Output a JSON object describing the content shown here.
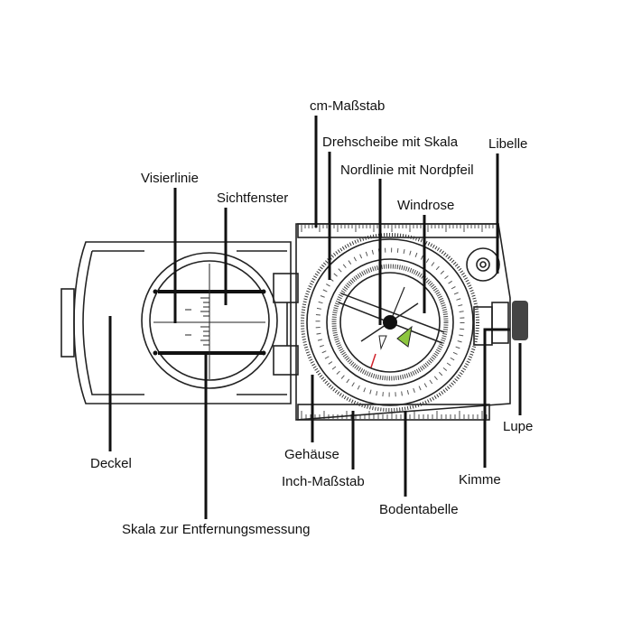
{
  "labels": {
    "cm_scale": "cm-Maßstab",
    "rotating_dial": "Drehscheibe mit Skala",
    "north_line": "Nordlinie mit Nordpfeil",
    "libelle": "Libelle",
    "sight_line": "Visierlinie",
    "sight_window": "Sichtfenster",
    "compass_rose": "Windrose",
    "lid": "Deckel",
    "housing": "Gehäuse",
    "inch_scale": "Inch-Maßstab",
    "base_table": "Bodentabelle",
    "rear_sight": "Kimme",
    "magnifier": "Lupe",
    "distance_scale": "Skala zur Entfernungsmessung"
  },
  "accent_green": "#8dc63f",
  "accent_red": "#d0202a"
}
